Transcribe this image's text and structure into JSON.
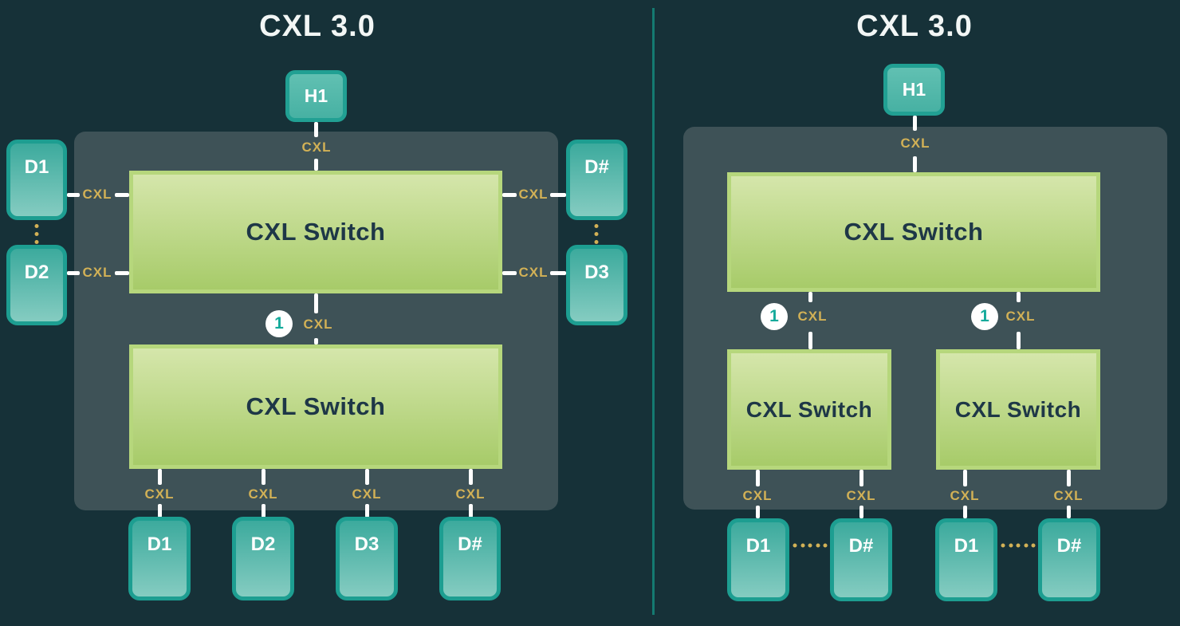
{
  "labels": {
    "link": "CXL",
    "hop": "1"
  },
  "left": {
    "title": "CXL 3.0",
    "host": "H1",
    "switches": [
      "CXL Switch",
      "CXL Switch"
    ],
    "side_left": [
      "D1",
      "D2"
    ],
    "side_right": [
      "D#",
      "D3"
    ],
    "bottom": [
      "D1",
      "D2",
      "D3",
      "D#"
    ]
  },
  "right": {
    "title": "CXL 3.0",
    "host": "H1",
    "top_switch": "CXL Switch",
    "sub_switches": [
      "CXL Switch",
      "CXL Switch"
    ],
    "groups": [
      [
        "D1",
        "D#"
      ],
      [
        "D1",
        "D#"
      ]
    ]
  },
  "colors": {
    "background": "#163138",
    "container": "#3e5257",
    "switch_green_fill_top": "#d5e6ab",
    "switch_green_fill_bottom": "#a7cb69",
    "switch_green_border": "#b6d77c",
    "switch_text": "#1e3747",
    "device_teal_border": "#1d9e91",
    "device_teal_fill_top": "#3caa9d",
    "device_teal_fill_bottom": "#85ccc1",
    "link_gold": "#d2b156",
    "line_white": "#ffffff",
    "hop_teal": "#14aa9b",
    "divider_teal": "#147a71",
    "title_white": "#f2f6f5"
  }
}
